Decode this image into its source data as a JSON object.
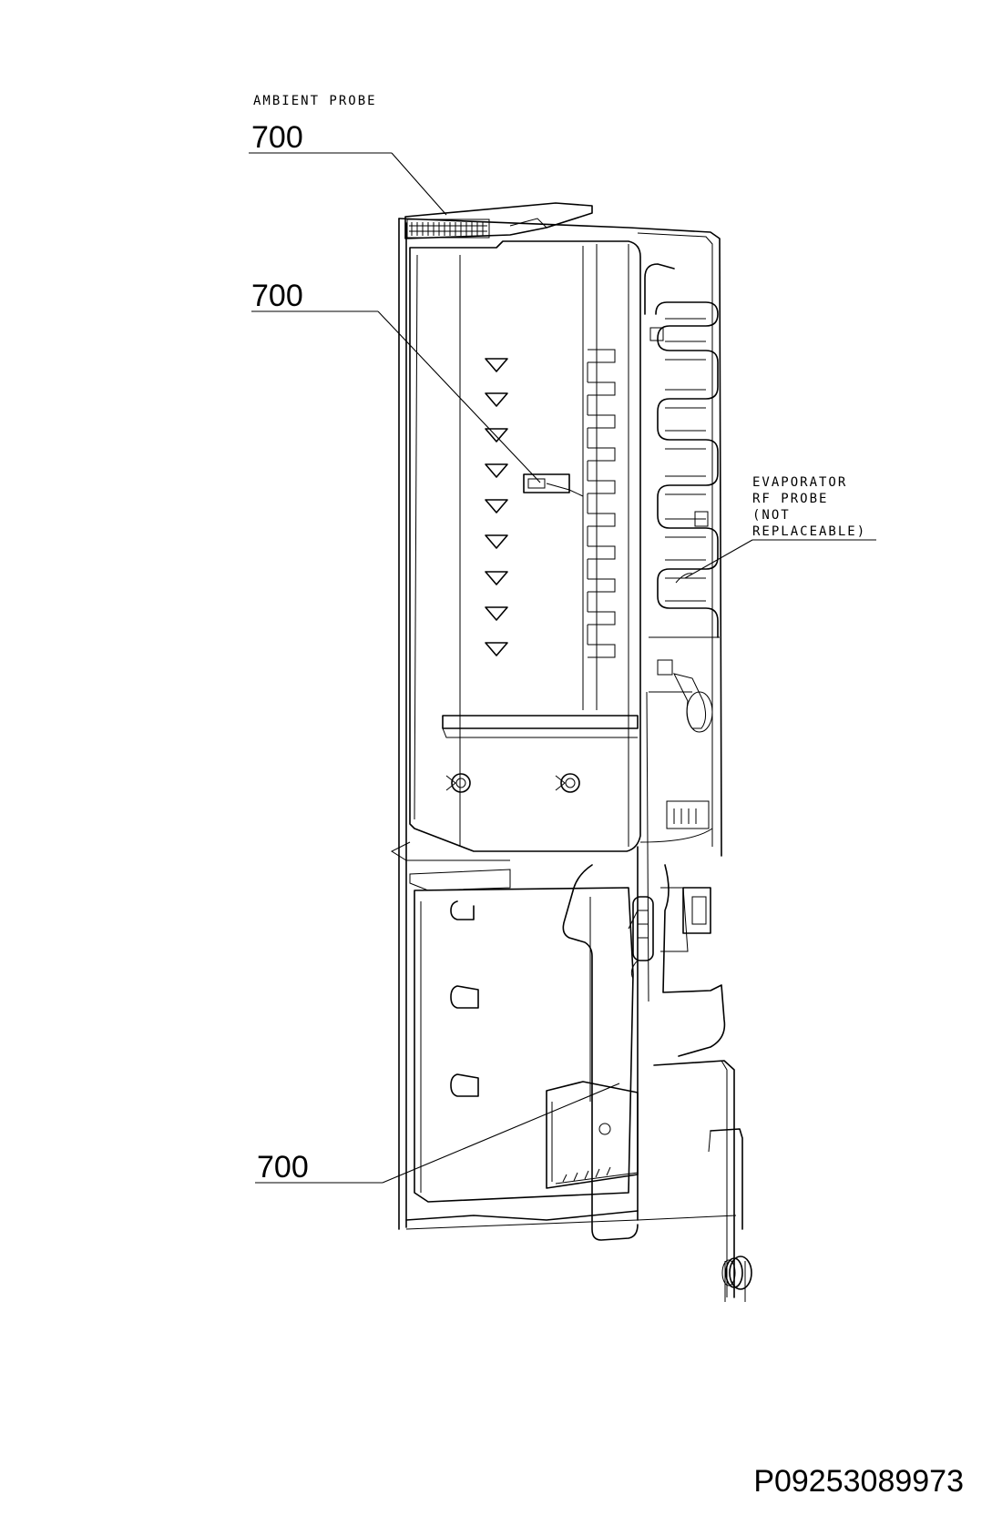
{
  "labels": {
    "ambient_probe": "AMBIENT PROBE",
    "evaporator_probe": [
      "EVAPORATOR",
      "RF PROBE",
      "(NOT",
      "REPLACEABLE)"
    ],
    "callout_top": "700",
    "callout_middle": "700",
    "callout_bottom": "700",
    "part_number": "P09253089973"
  }
}
